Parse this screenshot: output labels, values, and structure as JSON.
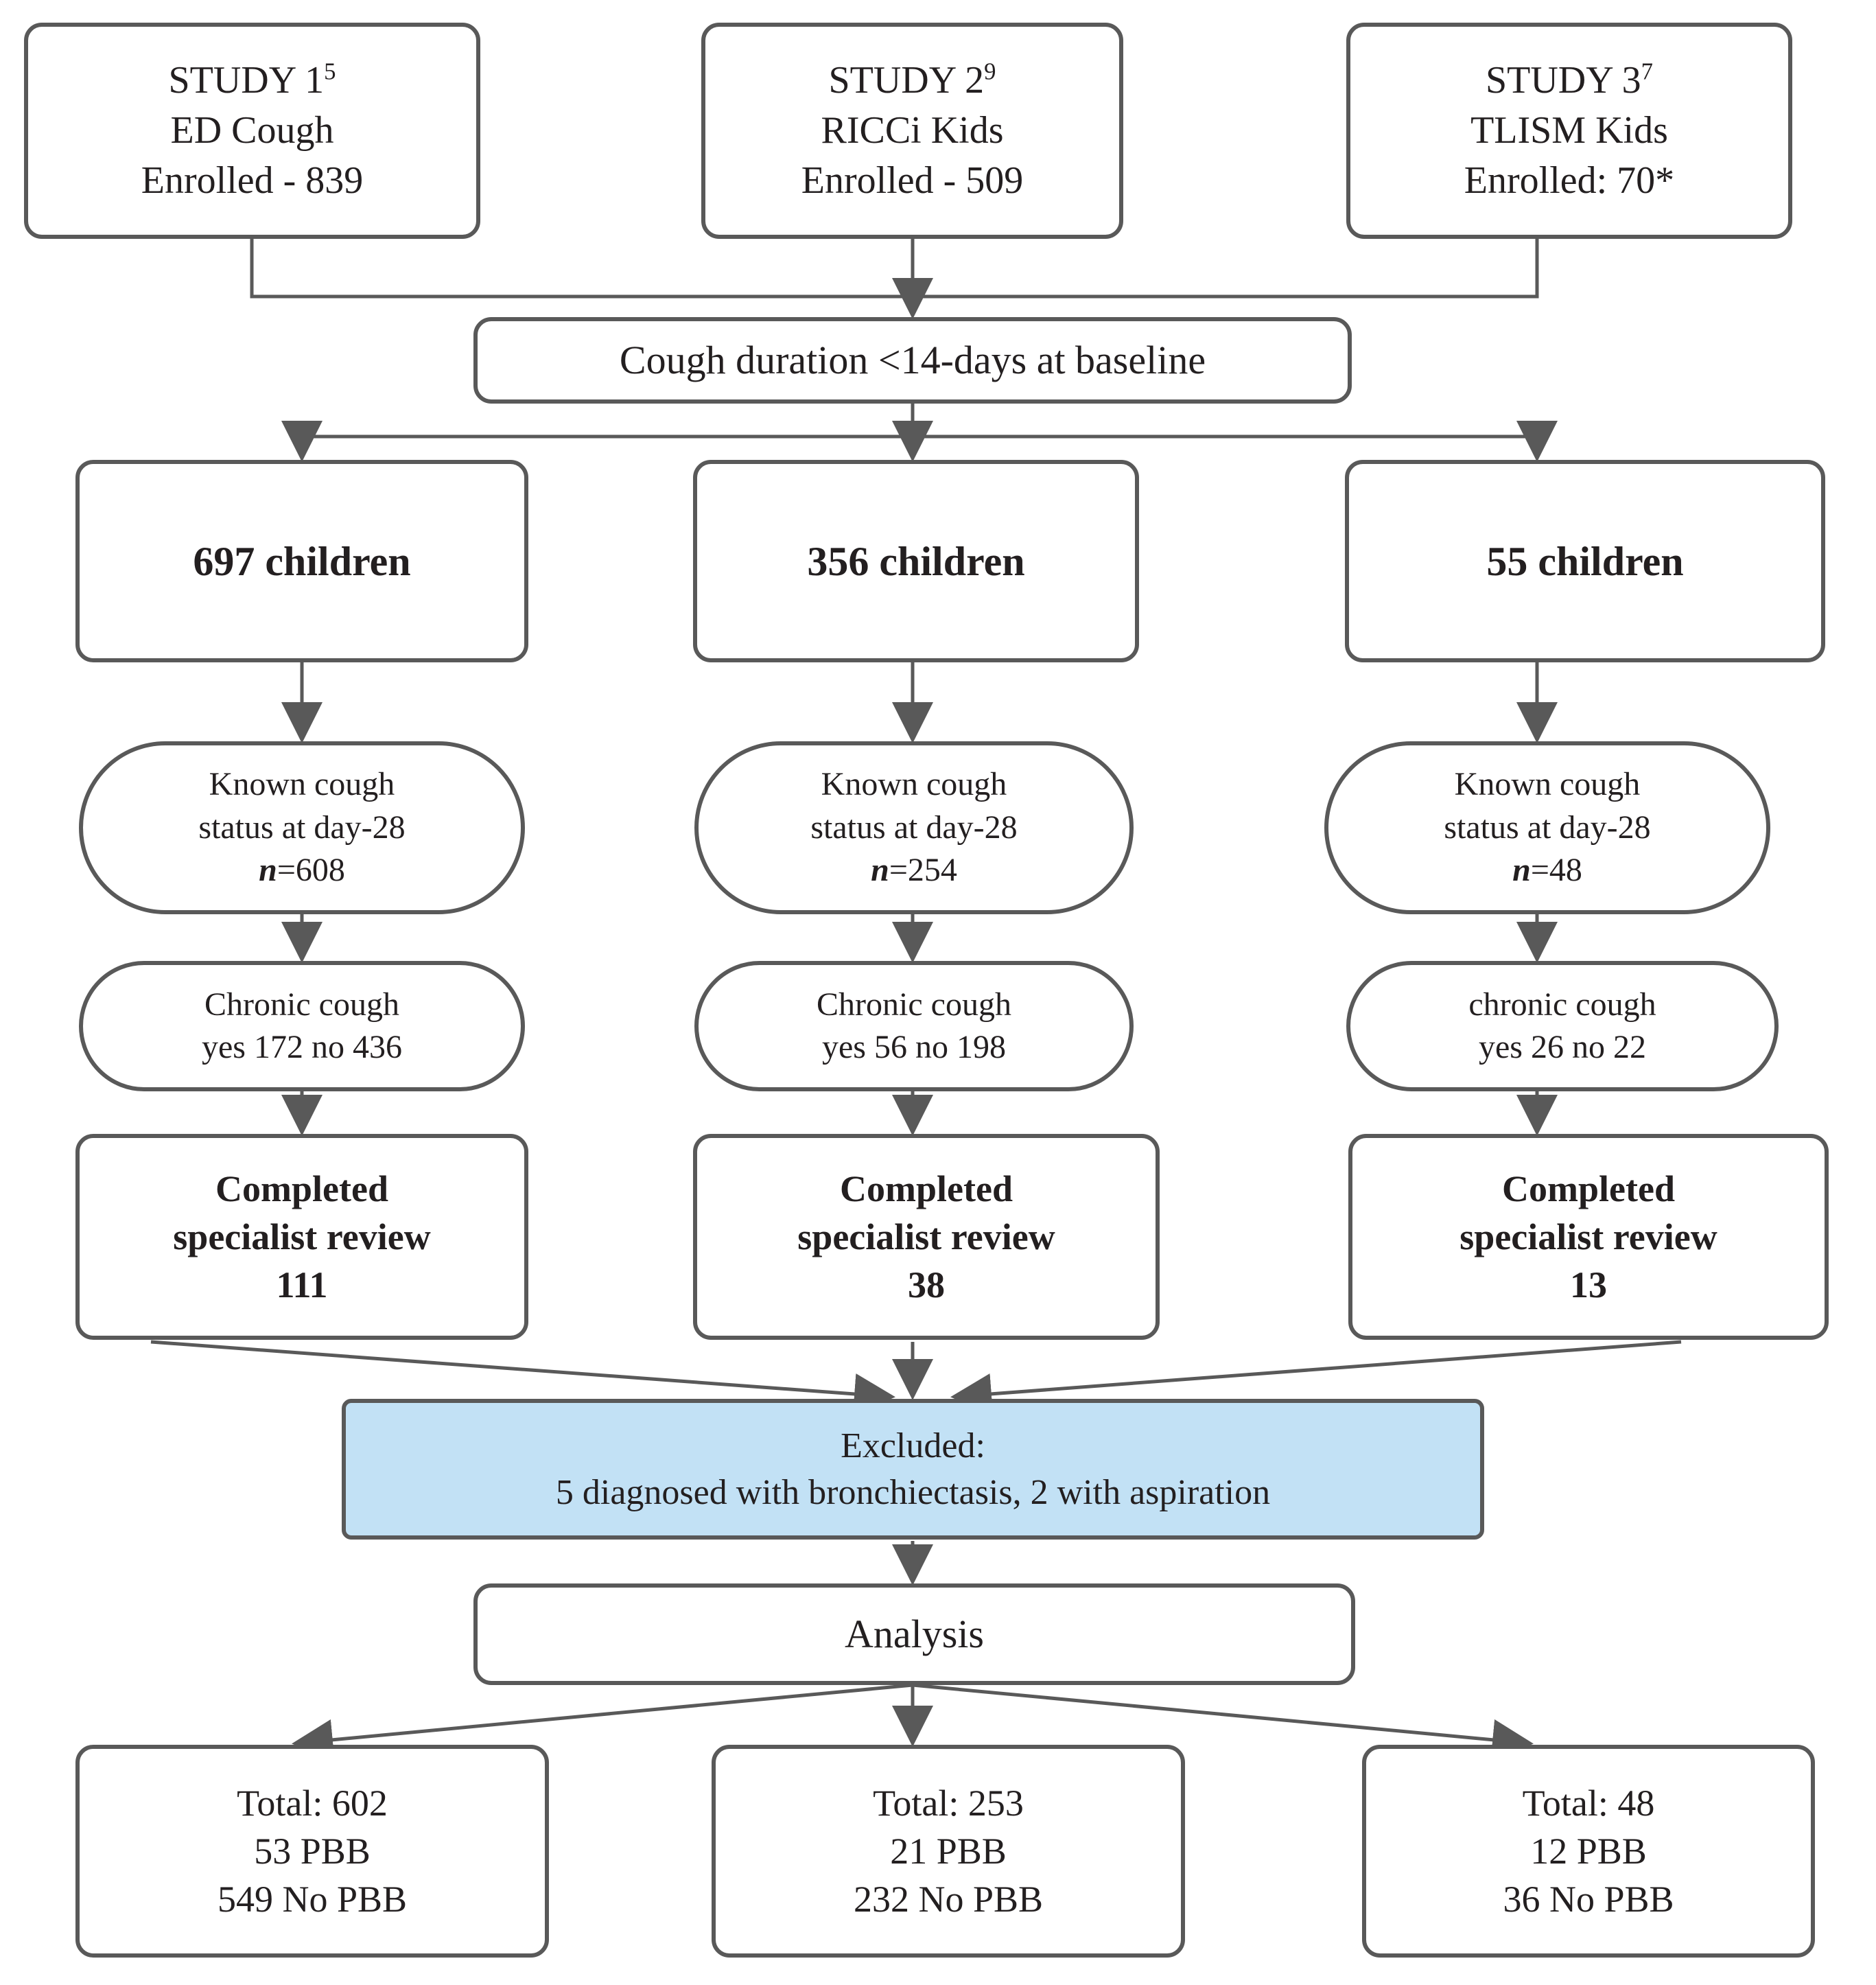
{
  "diagram": {
    "title": "Study enrolment and analysis flow",
    "accent_blue": "#c2e1f5",
    "line_color": "#595959",
    "text_color": "#231f20"
  },
  "studies": [
    {
      "title": "STUDY 1",
      "title_sup": "5",
      "name": "ED Cough",
      "enrolled": "Enrolled - 839"
    },
    {
      "title": "STUDY 2",
      "title_sup": "9",
      "name": "RICCi Kids",
      "enrolled": "Enrolled - 509"
    },
    {
      "title": "STUDY 3",
      "title_sup": "7",
      "name": "TLISM Kids",
      "enrolled": "Enrolled: 70*"
    }
  ],
  "cough_duration": {
    "label": "Cough duration  <14-days at baseline"
  },
  "children": [
    {
      "label": "697 children"
    },
    {
      "label": "356 children"
    },
    {
      "label": "55 children"
    }
  ],
  "known_status": [
    {
      "line1": "Known cough",
      "line2": "status at day-28",
      "n_label": "n",
      "n_eq": "=",
      "n_value": "608"
    },
    {
      "line1": "Known cough",
      "line2": "status at day-28",
      "n_label": "n",
      "n_eq": "=",
      "n_value": "254"
    },
    {
      "line1": "Known cough",
      "line2": "status at day-28",
      "n_label": "n",
      "n_eq": "=",
      "n_value": "48"
    }
  ],
  "chronic_cough": [
    {
      "line1": "Chronic cough",
      "line2": "yes 172 no 436"
    },
    {
      "line1": "Chronic cough",
      "line2": "yes 56 no 198"
    },
    {
      "line1": "chronic cough",
      "line2": "yes 26 no 22"
    }
  ],
  "specialist_review": [
    {
      "line1": "Completed",
      "line2": "specialist review",
      "count": "111"
    },
    {
      "line1": "Completed",
      "line2": "specialist review",
      "count": "38"
    },
    {
      "line1": "Completed",
      "line2": "specialist review",
      "count": "13"
    }
  ],
  "excluded": {
    "heading": "Excluded:",
    "detail": "5 diagnosed with bronchiectasis, 2 with aspiration"
  },
  "analysis": {
    "label": "Analysis"
  },
  "totals": [
    {
      "total": "Total: 602",
      "pbb": "53 PBB",
      "no_pbb": "549 No PBB"
    },
    {
      "total": "Total: 253",
      "pbb": "21 PBB",
      "no_pbb": "232 No PBB"
    },
    {
      "total": "Total: 48",
      "pbb": "12 PBB",
      "no_pbb": "36 No PBB"
    }
  ]
}
